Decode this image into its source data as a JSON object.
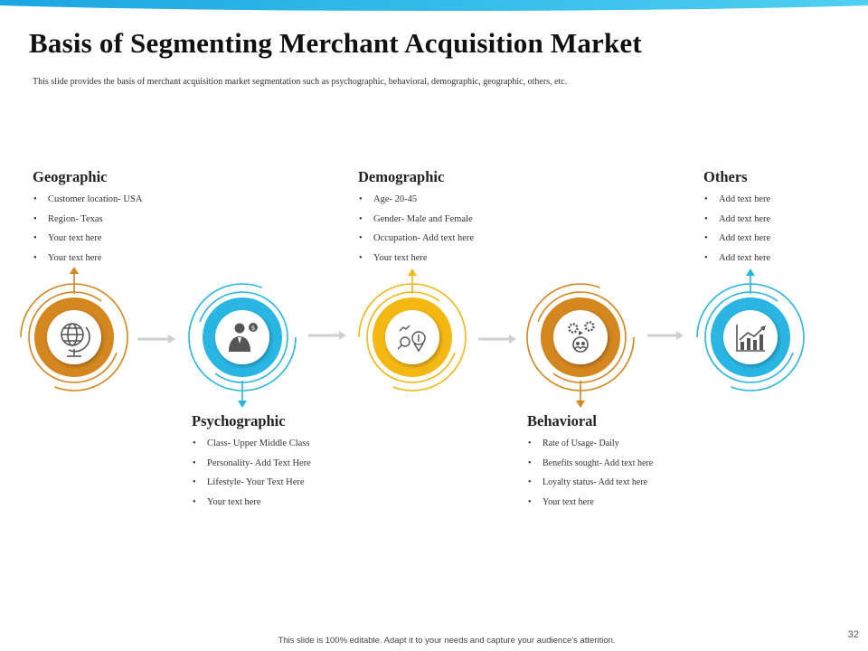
{
  "slide": {
    "title": "Basis of Segmenting Merchant Acquisition Market",
    "subtitle": "This slide provides the basis of merchant acquisition market segmentation such as psychographic,  behavioral,  demographic, geographic,  others, etc.",
    "footer": "This slide is 100% editable.  Adapt it to your needs and capture your audience's attention.",
    "page_number": "32"
  },
  "colors": {
    "orange": "#D4861F",
    "blue": "#29B6E3",
    "yellow": "#F4B813",
    "connector": "#CFCFCF"
  },
  "segments": [
    {
      "heading": "Geographic",
      "bullets": [
        "Customer location- USA",
        "Region- Texas",
        "Your text here",
        "Your text here"
      ],
      "color": "orange",
      "icon": "globe-icon"
    },
    {
      "heading": "Psychographic",
      "bullets": [
        "Class- Upper Middle Class",
        "Personality- Add Text Here",
        "Lifestyle-  Your Text Here",
        "Your text here"
      ],
      "color": "blue",
      "icon": "businessman-dollar-icon"
    },
    {
      "heading": "Demographic",
      "bullets": [
        "Age- 20-45",
        "Gender- Male and Female",
        "Occupation-  Add text here",
        "Your text here"
      ],
      "color": "yellow",
      "icon": "analytics-search-icon"
    },
    {
      "heading": "Behavioral",
      "bullets": [
        "Rate of Usage- Daily",
        "Benefits sought- Add text here",
        "Loyalty status- Add text here",
        "Your text here"
      ],
      "color": "orange",
      "icon": "gears-people-icon"
    },
    {
      "heading": "Others",
      "bullets": [
        "Add text here",
        "Add text here",
        "Add text here",
        "Add text here"
      ],
      "color": "blue",
      "icon": "growth-chart-icon"
    }
  ]
}
